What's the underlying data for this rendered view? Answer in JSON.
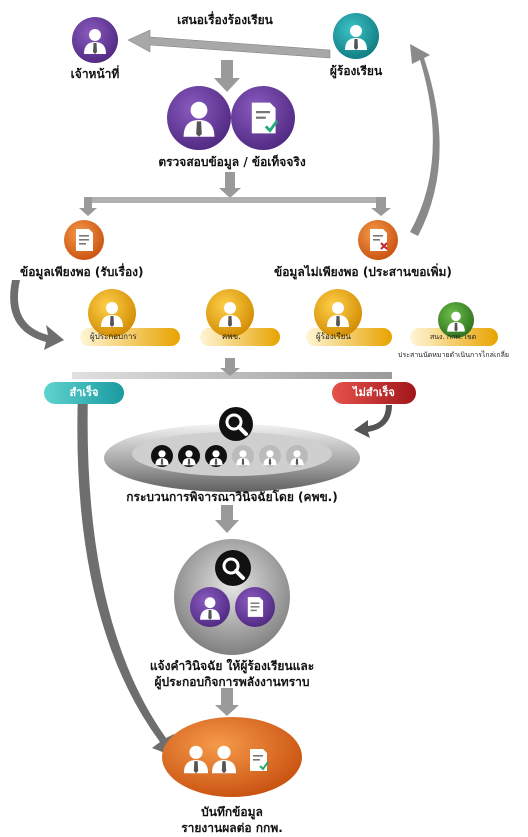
{
  "nodes": {
    "officer": "เจ้าหน้าที่",
    "complainant": "ผู้ร้องเรียน",
    "submit_complaint": "เสนอเรื่องร้องเรียน",
    "verify": "ตรวจสอบข้อมูล / ข้อเท็จจริง",
    "sufficient": "ข้อมูลเพียงพอ (รับเรื่อง)",
    "insufficient": "ข้อมูลไม่เพียงพอ (ประสานขอเพิ่ม)",
    "role_operator": "ผู้ประกอบการ",
    "role_erc": "คพข.",
    "role_complainant": "ผู้ร้องเรียน",
    "role_office": "สนง. กกพ. เขต",
    "coordinate_note": "ประสานนัดหมายดำเนินการไกล่เกลี่ย",
    "success": "สำเร็จ",
    "failure": "ไม่สำเร็จ",
    "decision_process": "กระบวนการพิจารณาวินิจฉัยโดย (คพข.)",
    "notify_line1": "แจ้งคำวินิจฉัย ให้ผู้ร้องเรียนและ",
    "notify_line2": "ผู้ประกอบกิจการพลังงานทราบ",
    "record_line1": "บันทึกข้อมูล",
    "record_line2": "รายงานผลต่อ กกพ."
  },
  "colors": {
    "purple": "#6a3d9a",
    "teal": "#1aa0a5",
    "orange": "#e66a1e",
    "gold": "#e8a300",
    "green": "#3f8f2a",
    "red": "#c4232a",
    "gray": "#8c8c8c"
  }
}
